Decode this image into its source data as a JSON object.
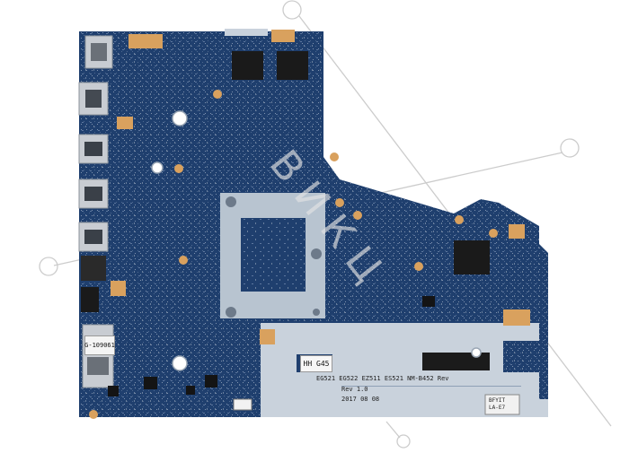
{
  "scene": {
    "subject": "laptop-motherboard",
    "colors": {
      "pcb": "#1f3f6e",
      "pcb_dark": "#17325a",
      "shield": "#c9d2dc",
      "copper": "#d9a15e",
      "port_metal": "#c8ccd2",
      "chip": "#202020",
      "watermark": "#c9c9c9"
    }
  },
  "labels": {
    "sd_sticker": "G-109061",
    "shield_sticker": "HH G45",
    "silk_row1": "EG521  EG522  EZ511  ES521 NM-B452  Rev",
    "silk_row2": "Rev 1.0",
    "silk_row3": "2017  08  08",
    "qr_text": "BFYIT",
    "small_label": "LA-E7"
  },
  "watermark": {
    "text": "ВИКЦ"
  }
}
